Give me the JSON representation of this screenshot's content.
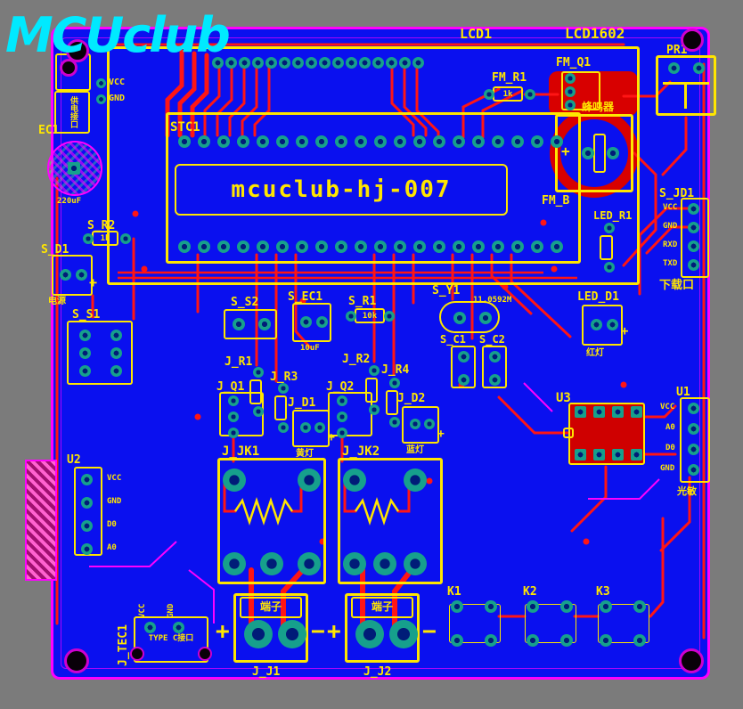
{
  "logo": "MCUclub",
  "symbols": {
    "plus": "+",
    "minus": "−"
  },
  "top_left": {
    "vcc": "VCC",
    "gnd": "GND",
    "port_label": "供电接口",
    "cap_ref": "EC1",
    "cap_value": "220uF"
  },
  "lcd": {
    "ref": "LCD1",
    "part": "LCD1602"
  },
  "mcu": {
    "ref": "STC1",
    "title": "mcuclub-hj-007"
  },
  "buzzer": {
    "r_ref": "FM_R1",
    "r_value": "1k",
    "q_ref": "FM_Q1",
    "label": "蜂鸣器",
    "b_ref": "FM_B"
  },
  "photoresistor": {
    "ref": "PR1"
  },
  "led_r1": {
    "ref": "LED_R1"
  },
  "download_port": {
    "ref": "S_JD1",
    "pins": [
      "VCC",
      "GND",
      "RXD",
      "TXD"
    ],
    "caption": "下载口"
  },
  "sys": {
    "r2_ref": "S_R2",
    "r2_value": "1k",
    "d1_ref": "S_D1",
    "d1_caption": "电源",
    "s1_ref": "S_S1",
    "s2_ref": "S_S2",
    "ec1_ref": "S_EC1",
    "ec1_value": "10uF",
    "r1_ref": "S_R1",
    "r1_value": "10k",
    "y1_ref": "S_Y1",
    "y1_value": "11.0592M",
    "c1_ref": "S_C1",
    "c2_ref": "S_C2"
  },
  "led_d1": {
    "ref": "LED_D1",
    "caption": "红灯"
  },
  "driver1": {
    "r1": "J_R1",
    "r3": "J_R3",
    "q1": "J_Q1",
    "d1": "J_D1",
    "caption": "黄灯"
  },
  "driver2": {
    "r2": "J_R2",
    "r4": "J_R4",
    "q2": "J_Q2",
    "d2": "J_D2",
    "caption": "蓝灯"
  },
  "relays": {
    "jk1": "J_JK1",
    "jk2": "J_JK2"
  },
  "u3": {
    "ref": "U3"
  },
  "u1": {
    "ref": "U1",
    "pins": [
      "VCC",
      "A0",
      "D0",
      "GND"
    ],
    "caption": "光敏"
  },
  "u2": {
    "ref": "U2",
    "pins": [
      "VCC",
      "GND",
      "D0",
      "A0"
    ]
  },
  "keys": {
    "k1": "K1",
    "k2": "K2",
    "k3": "K3"
  },
  "typec": {
    "ref": "J_TEC1",
    "vcc": "VCC",
    "gnd": "GND",
    "label": "TYPE C接口"
  },
  "terminals": {
    "j1": "J_J1",
    "j2": "J_J2",
    "label": "端子"
  }
}
